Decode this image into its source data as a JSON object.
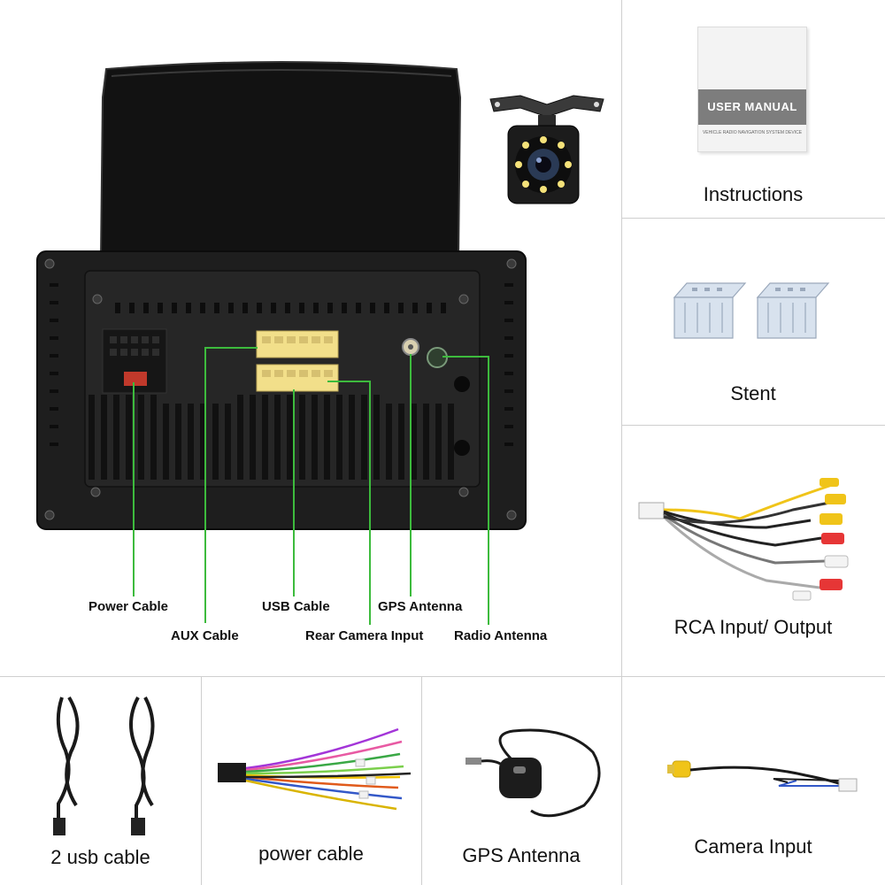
{
  "main": {
    "callouts": {
      "power": "Power Cable",
      "aux": "AUX Cable",
      "usb": "USB Cable",
      "rear_camera": "Rear Camera Input",
      "gps": "GPS Antenna",
      "radio": "Radio Antenna"
    },
    "manual_cover_text": "USER MANUAL",
    "manual_sub_text": "VEHICLE RADIO NAVIGATION SYSTEM DEVICE"
  },
  "right_panel": {
    "instructions": "Instructions",
    "stent": "Stent",
    "rca": "RCA Input/ Output"
  },
  "bottom_row": {
    "usb_cable": "2 usb cable",
    "power_cable": "power cable",
    "gps_antenna": "GPS Antenna",
    "camera_input": "Camera Input"
  },
  "colors": {
    "callout_line": "#3dbb3d",
    "connector_yellow": "#f2df8a",
    "divider": "#cfcfcf",
    "unit_body": "#1e1e1e"
  }
}
